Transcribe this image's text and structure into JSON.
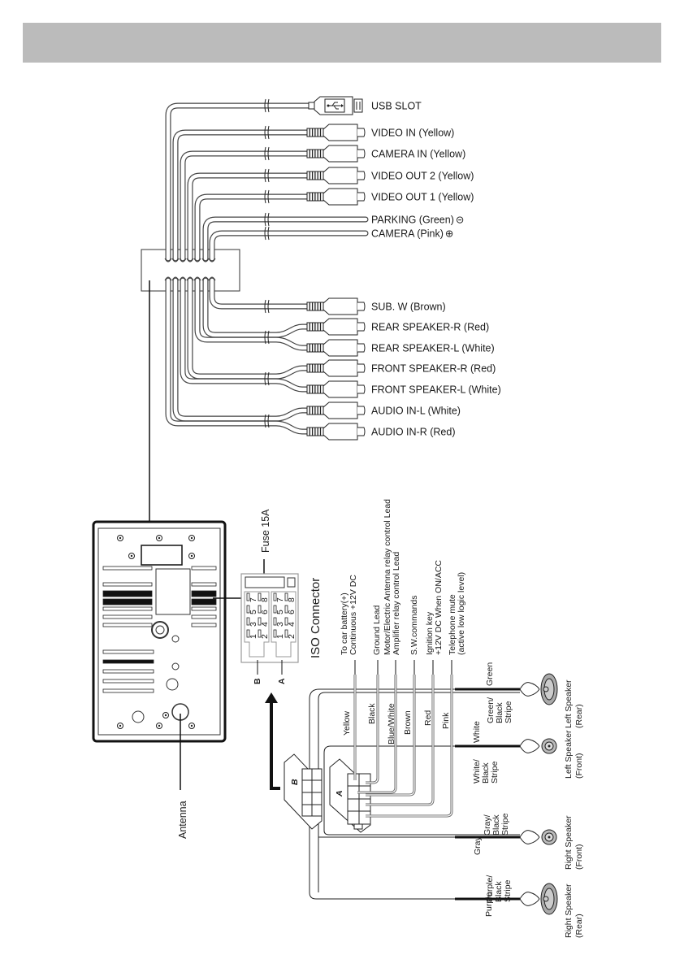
{
  "header": {
    "title": ""
  },
  "cables_top": [
    {
      "id": "usb",
      "label": "USB SLOT",
      "type": "usb"
    },
    {
      "id": "video-in",
      "label": "VIDEO IN (Yellow)",
      "type": "rca"
    },
    {
      "id": "camera-in",
      "label": "CAMERA IN (Yellow)",
      "type": "rca"
    },
    {
      "id": "video-out-2",
      "label": "VIDEO OUT 2 (Yellow)",
      "type": "rca"
    },
    {
      "id": "video-out-1",
      "label": "VIDEO OUT 1 (Yellow)",
      "type": "rca"
    },
    {
      "id": "parking",
      "label": "PARKING (Green)",
      "type": "wire",
      "polarity_icon": "minus-circle-icon",
      "polarity_symbol": "⊝"
    },
    {
      "id": "camera",
      "label": "CAMERA (Pink)",
      "type": "wire",
      "polarity_icon": "plus-circle-icon",
      "polarity_symbol": "⊕"
    }
  ],
  "cables_bottom": [
    {
      "id": "sub-w",
      "label": "SUB. W (Brown)"
    },
    {
      "id": "rear-speaker-r",
      "label": "REAR SPEAKER-R (Red)"
    },
    {
      "id": "rear-speaker-l",
      "label": "REAR SPEAKER-L (White)"
    },
    {
      "id": "front-speaker-r",
      "label": "FRONT SPEAKER-R (Red)"
    },
    {
      "id": "front-speaker-l",
      "label": "FRONT SPEAKER-L (White)"
    },
    {
      "id": "audio-in-l",
      "label": "AUDIO IN-L (White)"
    },
    {
      "id": "audio-in-r",
      "label": "AUDIO IN-R (Red)"
    }
  ],
  "head_unit": {
    "antenna_label": "Antenna",
    "fuse_label": "Fuse 15A"
  },
  "iso_connector": {
    "title": "ISO Connector",
    "blocks": [
      {
        "name": "B",
        "pins": [
          "1",
          "2",
          "3",
          "4",
          "5",
          "6",
          "7",
          "8"
        ]
      },
      {
        "name": "A",
        "pins": [
          "1",
          "2",
          "3",
          "4",
          "5",
          "6",
          "7",
          "8"
        ]
      }
    ]
  },
  "connector_a_functions": [
    {
      "lines": [
        "To car battery(+)",
        "Continuous +12V DC"
      ],
      "wire_color": "Yellow"
    },
    {
      "lines": [
        "Ground Lead"
      ],
      "wire_color": "Black"
    },
    {
      "lines": [
        "Motor/Electric Antenna relay control Lead",
        "Amplifier relay control Lead"
      ],
      "wire_color": "Blue/White"
    },
    {
      "lines": [
        "S.W.commands"
      ],
      "wire_color": "Brown"
    },
    {
      "lines": [
        "Ignition key",
        "+12V DC When ON/ACC"
      ],
      "wire_color": "Red"
    },
    {
      "lines": [
        "Telephone mute",
        "(active low logic level)"
      ],
      "wire_color": "Pink"
    }
  ],
  "connector_labels": {
    "a": "A",
    "b": "B"
  },
  "speakers": [
    {
      "name": "Left Speaker (Rear)",
      "lines": [
        "Left Speaker",
        "(Rear)"
      ],
      "pos_wire": "Green",
      "neg_wire": [
        "Green/",
        "Black",
        "Stripe"
      ]
    },
    {
      "name": "Left Speaker (Front)",
      "lines": [
        "Left Speaker",
        "(Front)"
      ],
      "pos_wire": "White",
      "neg_wire": [
        "White/",
        "Black",
        "Stripe"
      ]
    },
    {
      "name": "Right Speaker (Front)",
      "lines": [
        "Right Speaker",
        "(Front)"
      ],
      "pos_wire": "Gray",
      "neg_wire": [
        "Gray/",
        "Black",
        "Stripe"
      ]
    },
    {
      "name": "Right Speaker (Rear)",
      "lines": [
        "Right Speaker",
        "(Rear)"
      ],
      "pos_wire": "Purple",
      "neg_wire": [
        "Purple/",
        "Black",
        "Stripe"
      ]
    }
  ],
  "colors": {
    "header_bar": "#bbbbbb",
    "line": "#1a1a1a",
    "panel_fill": "#ffffff"
  }
}
